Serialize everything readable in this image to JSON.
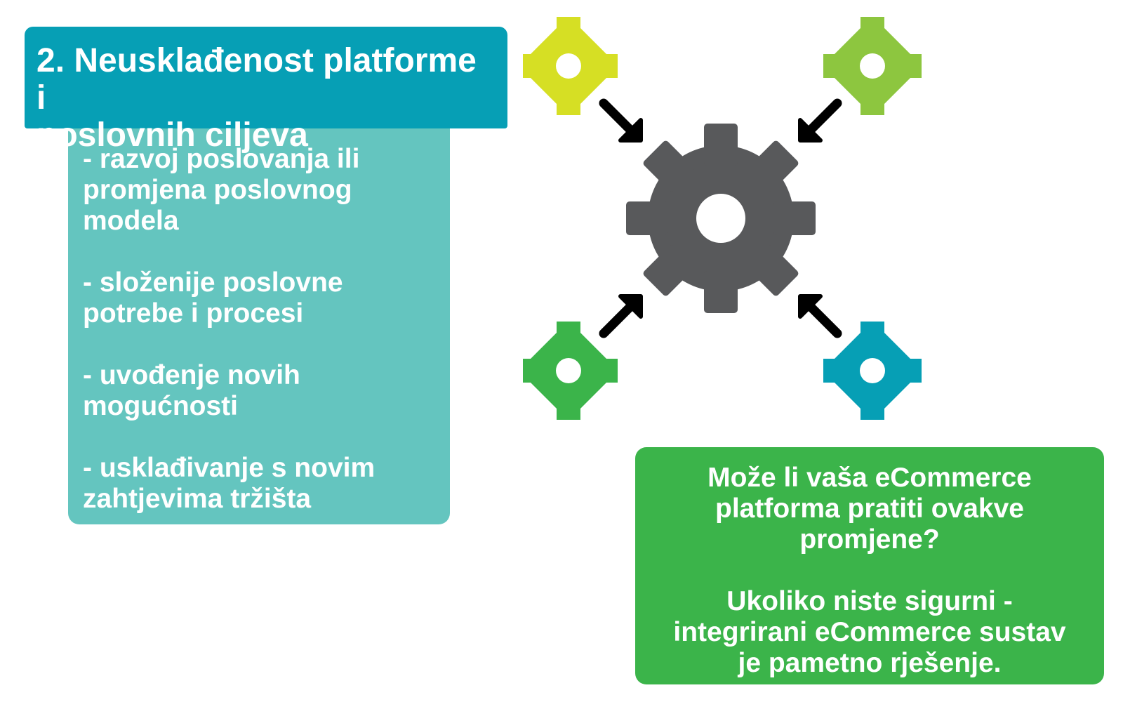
{
  "title": {
    "line1": "2. Neusklađenost platforme i",
    "line2": "poslovnih ciljeva"
  },
  "list": [
    "- razvoj poslovanja ili promjena poslovnog modela",
    "- složenije poslovne potrebe i procesi",
    "- uvođenje novih mogućnosti",
    "- usklađivanje s novim zahtjevima tržišta"
  ],
  "question": {
    "p1": [
      "Može li vaša eCommerce",
      "platforma pratiti ovakve",
      "promjene?"
    ],
    "p2": [
      "Ukoliko niste sigurni -",
      "integrirani eCommerce sustav",
      "je pametno rješenje."
    ]
  },
  "icons": {
    "central": "gear-icon",
    "satellites": [
      "small-gear-yellow-icon",
      "small-gear-lightgreen-icon",
      "small-gear-green-icon",
      "small-gear-blue-icon"
    ],
    "arrows": "arrow-icon"
  },
  "colors": {
    "title_bg": "#069fb5",
    "list_bg": "#64c5bf",
    "question_bg": "#3bb44a",
    "gear_main": "#58595b",
    "gear_yellow": "#d6df24",
    "gear_lightgreen": "#8dc63f",
    "gear_green": "#3bb44a",
    "gear_blue": "#069fb5",
    "arrow": "#000000"
  }
}
